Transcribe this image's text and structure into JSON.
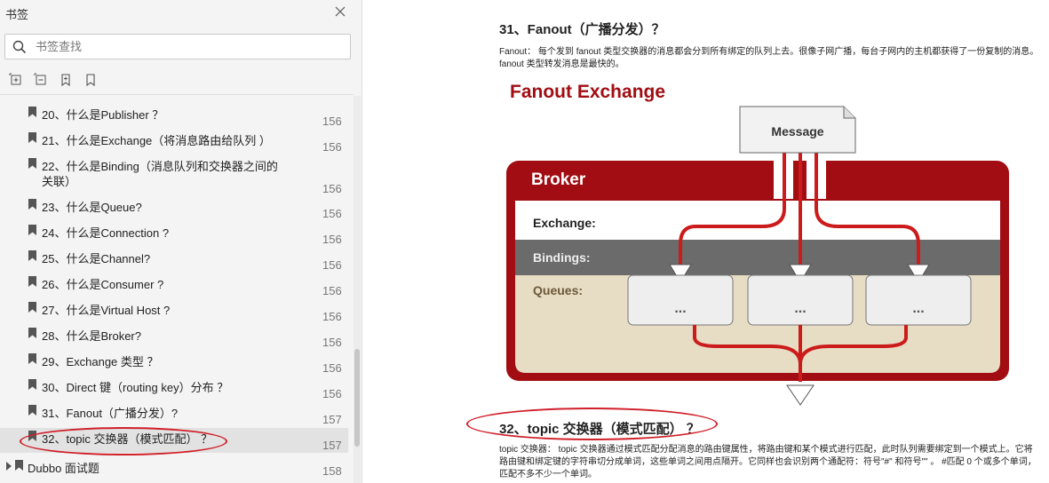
{
  "sidebar": {
    "title": "书签",
    "search_placeholder": "书签查找",
    "tools": [
      "expand-all-icon",
      "collapse-all-icon",
      "add-bookmark-icon",
      "bookmark-icon"
    ],
    "items": [
      {
        "label": "20、什么是Publisher ？",
        "page": "156"
      },
      {
        "label": "21、什么是Exchange（将消息路由给队列 ）",
        "page": "156"
      },
      {
        "label": "22、什么是Binding（消息队列和交换器之间的关联）",
        "page": "156"
      },
      {
        "label": "23、什么是Queue?",
        "page": "156"
      },
      {
        "label": "24、什么是Connection ?",
        "page": "156"
      },
      {
        "label": "25、什么是Channel?",
        "page": "156"
      },
      {
        "label": "26、什么是Consumer ?",
        "page": "156"
      },
      {
        "label": "27、什么是Virtual Host ?",
        "page": "156"
      },
      {
        "label": "28、什么是Broker?",
        "page": "156"
      },
      {
        "label": "29、Exchange 类型 ？",
        "page": "156"
      },
      {
        "label": "30、Direct 键（routing key）分布 ？",
        "page": "156"
      },
      {
        "label": "31、Fanout（广播分发）?",
        "page": "157"
      },
      {
        "label": "32、topic 交换器（模式匹配） ？",
        "page": "157"
      }
    ],
    "group": {
      "label": "Dubbo 面试题",
      "page": "158"
    }
  },
  "document": {
    "heading1": "31、Fanout（广播分发）？",
    "para1_line1": "Fanout： 每个发到 fanout 类型交换器的消息都会分到所有绑定的队列上去。很像子网广播，每台子网内的主机都获得了一份复制的消息。",
    "para1_line2": "fanout 类型转发消息是最快的。",
    "diagram": {
      "title": "Fanout Exchange",
      "message": "Message",
      "broker": "Broker",
      "exchange": "Exchange:",
      "bindings": "Bindings:",
      "queues": "Queues:",
      "queue_label": "...",
      "colors": {
        "red": "#a10d12",
        "bright_red": "#cc1b1b",
        "gray": "#6b6b6b",
        "beige": "#e7dcc4",
        "queue": "#eeeeee"
      }
    },
    "heading2": "32、topic 交换器（模式匹配） ？",
    "para2_line1": "topic 交换器： topic 交换器通过模式匹配分配消息的路由键属性，将路由键和某个模式进行匹配，此时队列需要绑定到一个模式上。它将",
    "para2_line2": "路由键和绑定键的字符串切分成单词，这些单词之间用点隔开。它同样也会识别两个通配符：符号\"#\" 和符号\"\" 。 #匹配 0 个或多个单词，",
    "para2_line3": "匹配不多不少一个单词。"
  },
  "annotation_color": "#d0202a"
}
